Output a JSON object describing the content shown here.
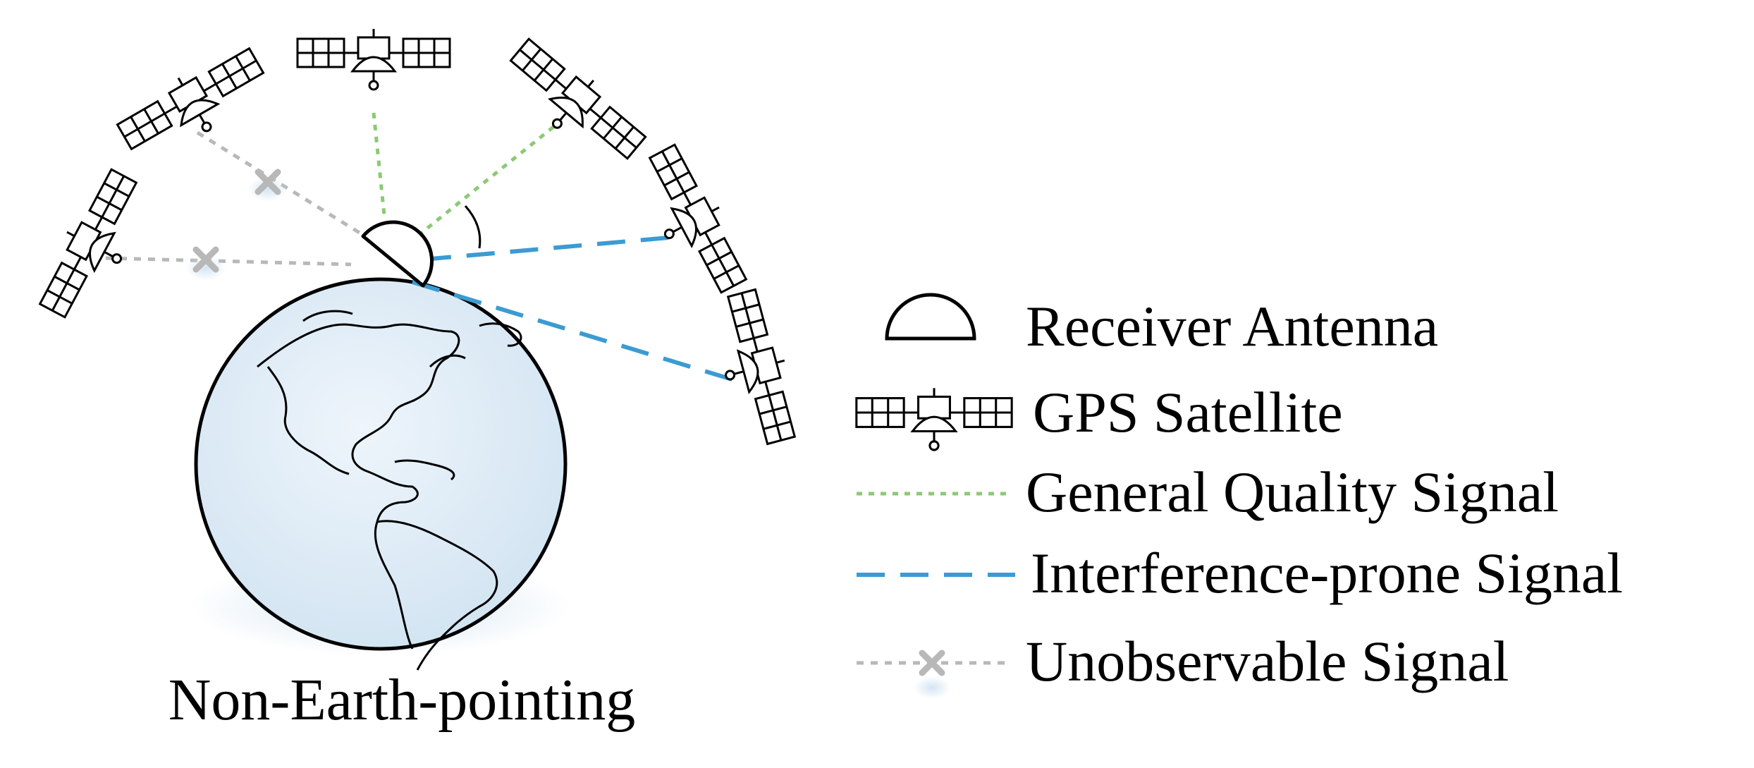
{
  "caption": "Non-Earth-pointing",
  "legend": {
    "receiver_antenna": "Receiver Antenna",
    "gps_satellite": "GPS Satellite",
    "general_quality_signal": "General Quality Signal",
    "interference_prone_signal": "Interference-prone Signal",
    "unobservable_signal": "Unobservable Signal"
  },
  "colors": {
    "general_quality_signal": "#8cc975",
    "interference_prone_signal": "#3b9bd2",
    "unobservable_signal": "#b8b8b8",
    "earth_fill": "#dceaf5",
    "outline": "#000000"
  },
  "icons": [
    "satellite-icon",
    "antenna-icon",
    "earth-globe-icon",
    "cross-mark-icon"
  ]
}
